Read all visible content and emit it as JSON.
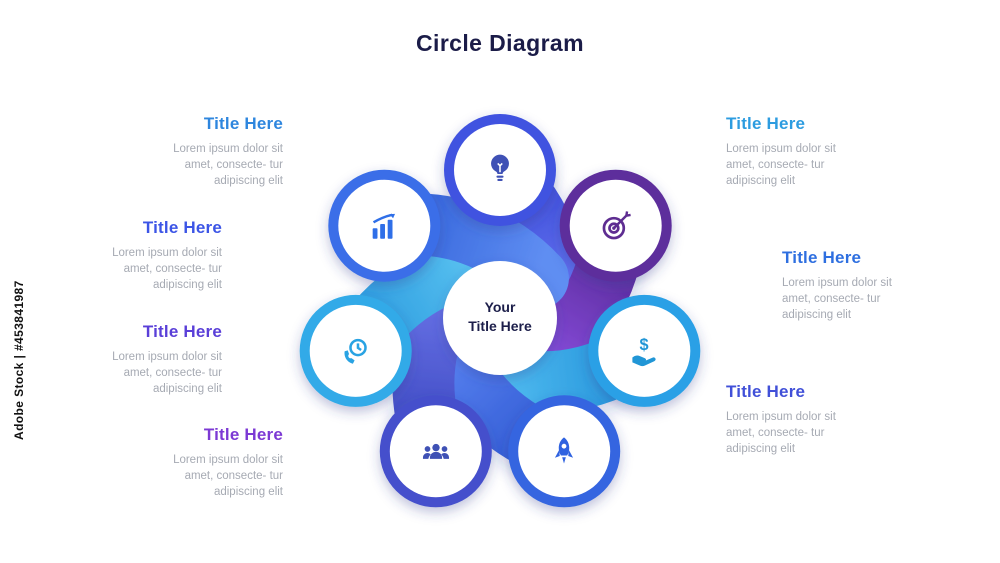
{
  "title": "Circle Diagram",
  "title_color": "#1b1c48",
  "watermark": {
    "text": "Adobe Stock | #453841987"
  },
  "diagram": {
    "center_title": "Your Title Here",
    "center_title_lines": [
      "Your",
      "Title Here"
    ],
    "nodes": [
      {
        "icon": "lightbulb-icon",
        "color": "#4152e0"
      },
      {
        "icon": "target-arrow-icon",
        "color": "#5d2d9c"
      },
      {
        "icon": "dollar-hand-icon",
        "color": "#2ba0e6",
        "glyph": "$"
      },
      {
        "icon": "rocket-icon",
        "color": "#3465e0"
      },
      {
        "icon": "people-icon",
        "color": "#4450cc"
      },
      {
        "icon": "phone-clock-icon",
        "color": "#30aae8"
      },
      {
        "icon": "bar-chart-icon",
        "color": "#3a6ee8"
      }
    ]
  },
  "items": [
    {
      "title": "Title Here",
      "title_color": "#2e86de",
      "description": "Lorem ipsum dolor sit amet, consecte- tur adipiscing elit"
    },
    {
      "title": "Title Here",
      "title_color": "#3c55e6",
      "description": "Lorem ipsum dolor sit amet, consecte- tur adipiscing elit"
    },
    {
      "title": "Title Here",
      "title_color": "#5a3fd8",
      "description": "Lorem ipsum dolor sit amet, consecte- tur adipiscing elit"
    },
    {
      "title": "Title Here",
      "title_color": "#7c39d4",
      "description": "Lorem ipsum dolor sit amet, consecte- tur adipiscing elit"
    },
    {
      "title": "Title Here",
      "title_color": "#2d9ce0",
      "description": "Lorem ipsum dolor sit amet, consecte- tur adipiscing elit"
    },
    {
      "title": "Title Here",
      "title_color": "#2e6fe0",
      "description": "Lorem ipsum dolor sit amet, consecte- tur adipiscing elit"
    },
    {
      "title": "Title Here",
      "title_color": "#4150d8",
      "description": "Lorem ipsum dolor sit amet, consecte- tur adipiscing elit"
    }
  ]
}
